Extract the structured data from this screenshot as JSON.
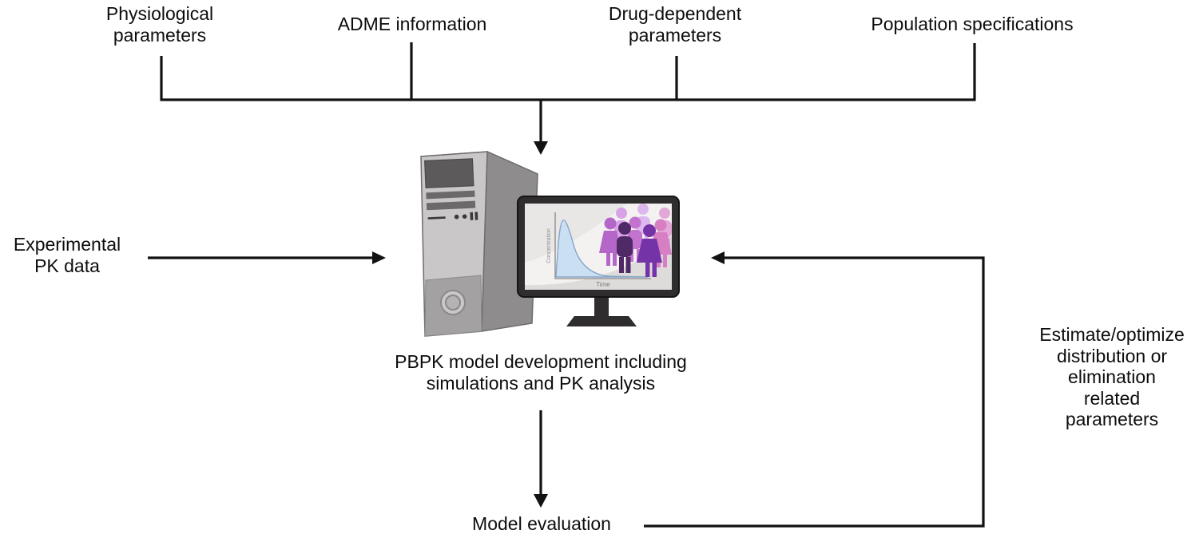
{
  "diagram": {
    "inputs": {
      "physiological": "Physiological\nparameters",
      "adme": "ADME information",
      "drug_dependent": "Drug-dependent\nparameters",
      "population": "Population specifications"
    },
    "left_input": "Experimental\nPK data",
    "center_process": "PBPK model development including\nsimulations and PK analysis",
    "feedback_label": "Estimate/optimize\ndistribution or\nelimination related\nparameters",
    "output": "Model evaluation",
    "screen": {
      "y_axis": "Concentration",
      "x_axis": "Time"
    }
  },
  "colors": {
    "line": "#121212",
    "text": "#0d0d0d",
    "curve_fill": "#cbdff3",
    "curve_stroke": "#87a6ca",
    "monitor_frame": "#2f2d2d",
    "screen_bg": "#f4f2f1",
    "tower_front": "#c9c7c7",
    "tower_side": "#8e8c8c",
    "tower_top": "#b3b1b1",
    "tower_bottom": "#a3a1a1",
    "bay_dark": "#5c5a5a"
  },
  "people_colors": [
    "#d9a1e6",
    "#dcb8ee",
    "#e4a8d8",
    "#b466c9",
    "#c273ce",
    "#d77fc3",
    "#4f2a67",
    "#7434a8"
  ]
}
